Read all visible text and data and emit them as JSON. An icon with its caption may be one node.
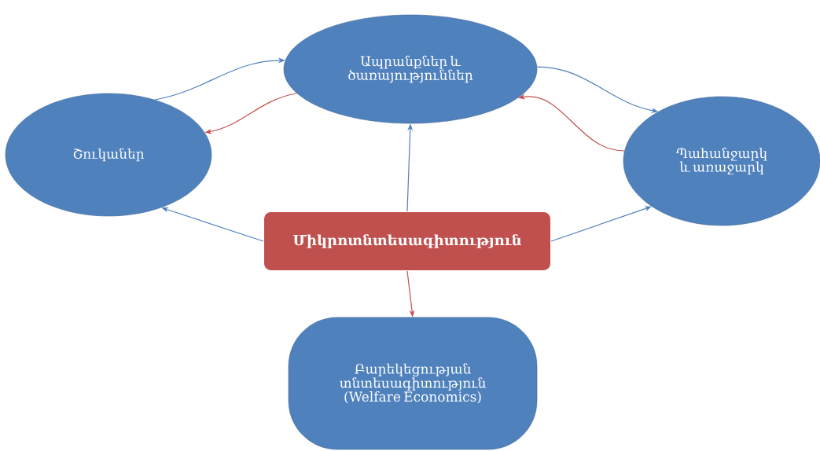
{
  "diagram": {
    "nodes": [
      {
        "text": [
          "Ապրանքներ և ծառայություններ"
        ]
      },
      {
        "text": [
          "Շուկաներ"
        ]
      },
      {
        "text": [
          "Պահանջարկ և առաջարկ"
        ]
      },
      {
        "text": [
          "Միկրոտնտեսագիտություն"
        ]
      },
      {
        "text": [
          "Բարեկեցության տնտեսագիտություն (Welfare Economics)"
        ]
      }
    ],
    "edges": [
      {
        "from": 1,
        "to": 0,
        "arrow": "to"
      },
      {
        "from": 0,
        "to": 1,
        "arrow": "to",
        "color": "#c0504d"
      },
      {
        "from": 0,
        "to": 2,
        "arrow": "to"
      },
      {
        "from": 2,
        "to": 0,
        "arrow": "to",
        "color": "#c0504d"
      },
      {
        "from": 3,
        "to": 0,
        "arrow": "to"
      },
      {
        "from": 3,
        "to": 1,
        "arrow": "to"
      },
      {
        "from": 3,
        "to": 2,
        "arrow": "to"
      },
      {
        "from": 3,
        "to": 4,
        "arrow": "to",
        "color": "#c0504d"
      }
    ]
  }
}
